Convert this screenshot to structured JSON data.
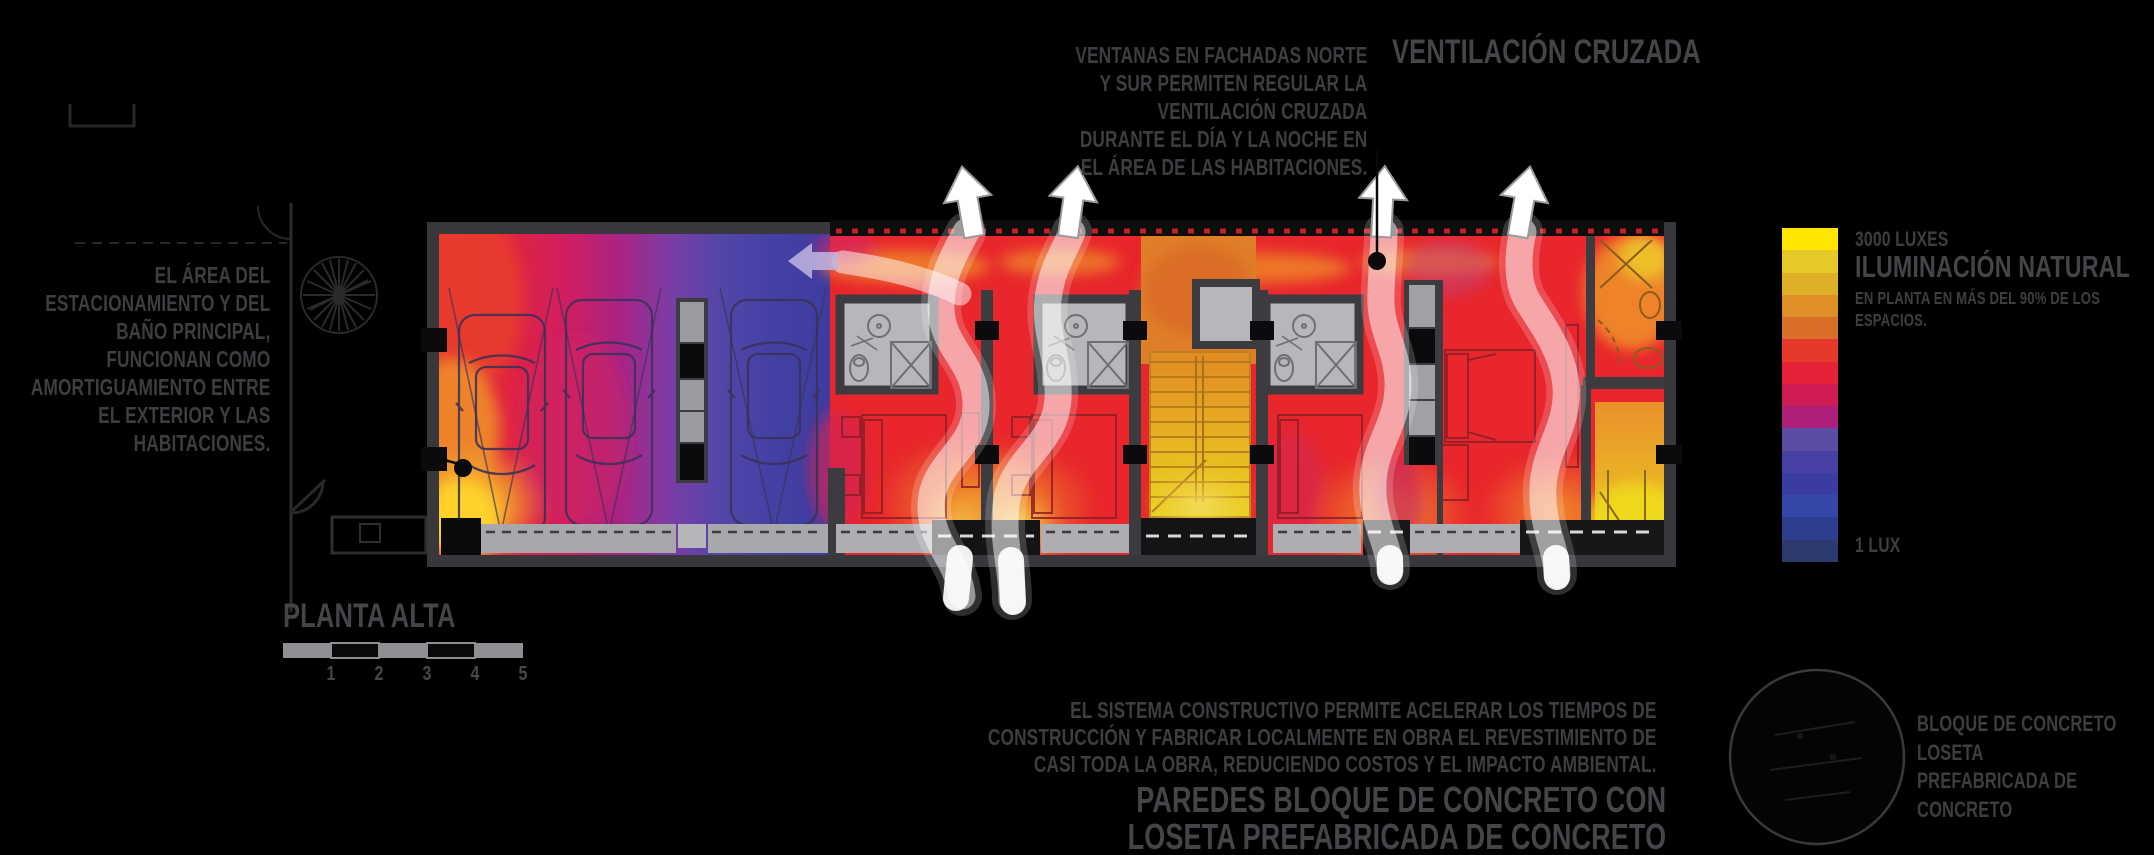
{
  "title": "VENTILACIÓN CRUZADA",
  "colors": {
    "background": "#000000",
    "annotation_text": "#3e3e42",
    "heat_red": "#e8262c",
    "heat_orange": "#ee7b28",
    "heat_yellow": "#f0d61e",
    "heat_magenta": "#cf1e5e",
    "heat_purple": "#7b3da5",
    "heat_blue": "#3e3ca0",
    "wall_gray": "#3c3c40",
    "bath_gray": "#b7b7bb",
    "airflow_white": "#ffffff",
    "left_arrow_lavender": "#beb3e0"
  },
  "annotations": {
    "top_note": {
      "lines": [
        "VENTANAS EN FACHADAS NORTE",
        "Y SUR PERMITEN REGULAR LA",
        "VENTILACIÓN CRUZADA",
        "DURANTE EL DÍA Y LA NOCHE EN",
        "EL ÁREA DE LAS HABITACIONES."
      ]
    },
    "left_note": {
      "lines": [
        "EL ÁREA DEL",
        "ESTACIONAMIENTO Y DEL",
        "BAÑO PRINCIPAL,",
        "FUNCIONAN COMO",
        "AMORTIGUAMIENTO ENTRE",
        "EL EXTERIOR Y LAS",
        "HABITACIONES."
      ]
    },
    "legend": {
      "max_label": "3000 LUXES",
      "title": "ILUMINACIÓN NATURAL",
      "subtitle_lines": [
        "EN PLANTA EN MÁS DEL 90% DE LOS",
        "ESPACIOS."
      ],
      "min_label": "1 LUX",
      "colors": [
        "#ffe500",
        "#e5c929",
        "#dfaf27",
        "#de8f27",
        "#d96e28",
        "#e6392b",
        "#e52238",
        "#cf1c55",
        "#ac1f7b",
        "#5d4ca4",
        "#4741a3",
        "#3a3d9f",
        "#3547a9",
        "#2e3e8f",
        "#2c3a6e"
      ]
    },
    "plan_label": "PLANTA ALTA",
    "scale_bar": {
      "ticks": [
        "1",
        "2",
        "3",
        "4",
        "5"
      ]
    },
    "bottom_note": {
      "lines": [
        "EL SISTEMA CONSTRUCTIVO PERMITE ACELERAR LOS TIEMPOS DE",
        "CONSTRUCCIÓN Y FABRICAR LOCALMENTE EN OBRA EL REVESTIMIENTO DE",
        "CASI TODA LA OBRA, REDUCIENDO COSTOS Y EL IMPACTO AMBIENTAL."
      ]
    },
    "bottom_title": {
      "lines": [
        "PAREDES BLOQUE DE CONCRETO CON",
        "LOSETA PREFABRICADA DE CONCRETO"
      ]
    },
    "detail_note": {
      "lines": [
        "BLOQUE DE CONCRETO",
        "LOSETA",
        "PREFABRICADA DE",
        "CONCRETO"
      ]
    }
  }
}
